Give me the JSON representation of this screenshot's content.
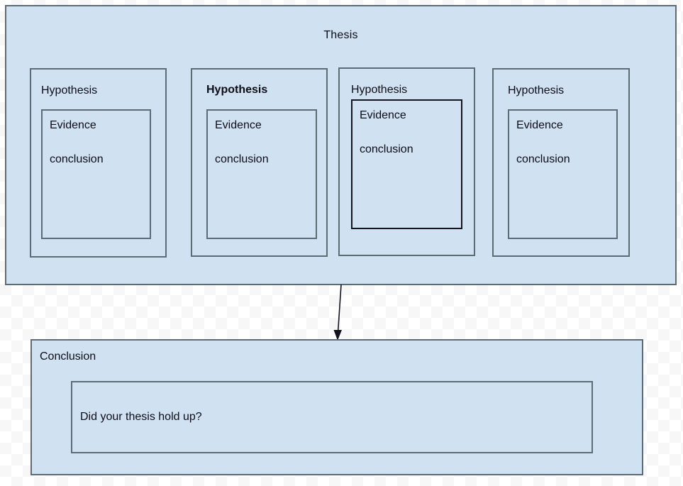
{
  "diagram": {
    "title": "Thesis",
    "background_color": "#ffffff",
    "panel_fill": "#d0e1f2",
    "border_color": "#5d6b77",
    "accent_border_color": "#14141f",
    "text_color": "#0d0d17"
  },
  "thesis": {
    "title": "Thesis",
    "hypotheses": [
      {
        "label": "Hypothesis",
        "emphasis": "normal",
        "evidence": "Evidence",
        "conclusion": "conclusion"
      },
      {
        "label": "Hypothesis",
        "emphasis": "bold",
        "evidence": "Evidence",
        "conclusion": "conclusion"
      },
      {
        "label": "Hypothesis",
        "emphasis": "normal",
        "evidence": "Evidence",
        "conclusion": "conclusion"
      },
      {
        "label": "Hypothesis",
        "emphasis": "normal",
        "evidence": "Evidence",
        "conclusion": "conclusion"
      }
    ]
  },
  "connector": {
    "kind": "arrow",
    "direction": "down",
    "from": "thesis",
    "to": "conclusion"
  },
  "conclusion": {
    "title": "Conclusion",
    "question": "Did your thesis hold up?"
  }
}
